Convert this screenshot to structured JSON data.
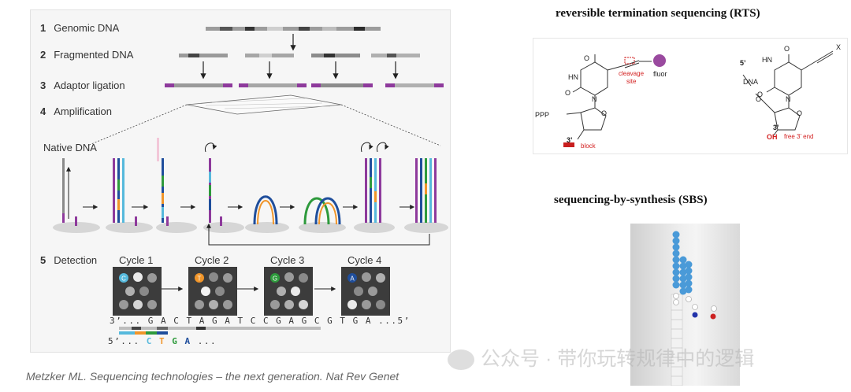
{
  "figure_left": {
    "steps": [
      {
        "num": "1",
        "label": "Genomic DNA"
      },
      {
        "num": "2",
        "label": "Fragmented DNA"
      },
      {
        "num": "3",
        "label": "Adaptor ligation"
      },
      {
        "num": "4",
        "label": "Amplification"
      },
      {
        "num": "5",
        "label": "Detection"
      }
    ],
    "native_dna_label": "Native DNA",
    "cycles": [
      "Cycle 1",
      "Cycle 2",
      "Cycle 3",
      "Cycle 4"
    ],
    "cycle_bases": [
      "C",
      "T",
      "G",
      "A"
    ],
    "seq_top": "3’... G A C T A G A T C C G A G C G T G A ...5’",
    "seq_bottom_prefix": "5’... ",
    "seq_bottom_bases": [
      "C",
      "T",
      "G",
      "A"
    ],
    "seq_bottom_suffix": " ..."
  },
  "citation": "Metzker ML. Sequencing technologies – the next generation. Nat Rev Genet",
  "rts": {
    "title": "reversible termination sequencing (RTS)",
    "left_labels": {
      "o_top": "O",
      "hn": "HN",
      "n": "N",
      "o_left": "O",
      "ppp": "PPP",
      "o_ring": "O",
      "three_prime": "3’",
      "block": "block",
      "cleavage": "cleavage",
      "site": "site",
      "fluor": "fluor"
    },
    "right_labels": {
      "five_prime": "5’",
      "dna": "DNA",
      "o_link": "O",
      "o_top": "O",
      "hn": "HN",
      "n": "N",
      "o_left": "O",
      "o_ring": "O",
      "three_prime": "3’",
      "oh": "OH",
      "free_end": "free 3’ end",
      "x": "X"
    }
  },
  "sbs": {
    "title": "sequencing-by-synthesis (SBS)"
  },
  "watermark": "公众号 · 带你玩转规律中的逻辑",
  "colors": {
    "adaptor": "#8e3a9c",
    "base_a": "#1f4e9c",
    "base_c": "#56b9dc",
    "base_g": "#2e9a3c",
    "base_t": "#f0952a",
    "block_red": "#c81e1e",
    "fluor_purple": "#9a4a9f",
    "sbs_bead": "#4a9ad8"
  }
}
